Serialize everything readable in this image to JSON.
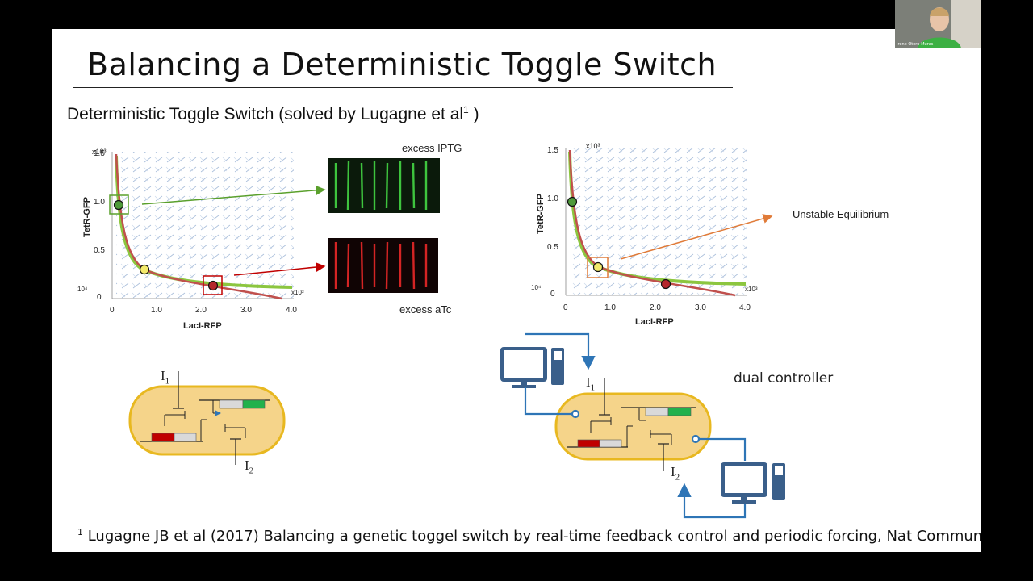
{
  "slide": {
    "title": "Balancing a Deterministic Toggle Switch",
    "subtitle": "Deterministic Toggle Switch (solved by Lugagne et al",
    "subtitle_sup": "1",
    "subtitle_end": " )",
    "footnote_sup": "1",
    "footnote": " Lugagne JB et al (2017) Balancing a genetic toggel switch by real-time feedback control and periodic forcing, Nat Commun"
  },
  "webcam": {
    "participant_name": "Irene Otero-Muras"
  },
  "plot_left": {
    "ylabel": "TetR-GFP",
    "xlabel": "LacI-RFP",
    "y_exponent": "x10³",
    "x_exponent": "x10³",
    "y_ticks": [
      "1.5",
      "1.0",
      "0.5",
      "0"
    ],
    "x_ticks": [
      "0",
      "1.0",
      "2.0",
      "3.0",
      "4.0"
    ],
    "corner_label": "10⁴"
  },
  "plot_right": {
    "ylabel": "TetR-GFP",
    "xlabel": "LacI-RFP",
    "y_exponent": "x10³",
    "x_exponent": "x10³",
    "y_ticks": [
      "1.5",
      "1.0",
      "0.5",
      "0"
    ],
    "x_ticks": [
      "0",
      "1.0",
      "2.0",
      "3.0",
      "4.0"
    ],
    "corner_label": "10⁴"
  },
  "micro": {
    "top_label": "excess IPTG",
    "bottom_label": "excess aTc"
  },
  "annotations": {
    "unstable": "Unstable Equilibrium",
    "dual_controller": "dual controller"
  },
  "circuit_left": {
    "input1": "I",
    "input1_sub": "1",
    "input2": "I",
    "input2_sub": "2"
  },
  "circuit_right": {
    "input1": "I",
    "input1_sub": "1",
    "input2": "I",
    "input2_sub": "2"
  },
  "colors": {
    "green_curve": "#8cc63f",
    "red_curve": "#c0504d",
    "cell_fill": "#f5d48a",
    "cell_border": "#e8b820",
    "arrow_blue": "#2e75b6",
    "arrow_orange": "#e07b39"
  },
  "icons": {
    "computer_top": "desktop-computer-icon",
    "computer_bottom": "desktop-computer-icon"
  }
}
